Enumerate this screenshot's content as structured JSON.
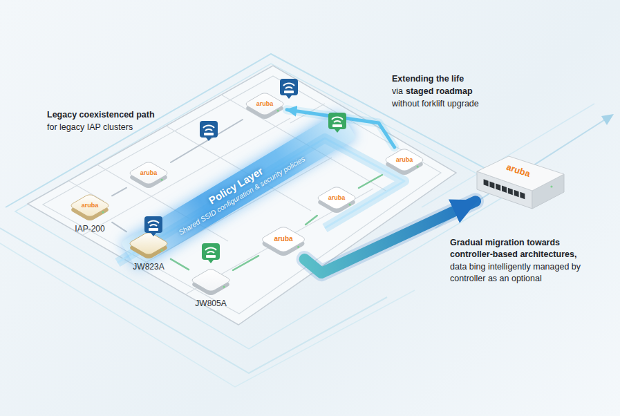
{
  "diagram": {
    "nodes": [
      {
        "text": [
          "Policy Layer",
          "Shared SSID configuration & security policies"
        ]
      },
      {
        "text": [
          "aruba",
          "IAP-200"
        ]
      },
      {
        "text": [
          "JW823A"
        ]
      },
      {
        "text": [
          "JW805A"
        ]
      },
      {
        "text": [
          "aruba"
        ]
      },
      {
        "text": [
          "aruba"
        ]
      },
      {
        "text": [
          "aruba"
        ]
      },
      {
        "text": [
          "aruba"
        ]
      },
      {
        "text": [
          "aruba"
        ]
      },
      {
        "text": [
          "aruba"
        ]
      }
    ],
    "edges": [
      {
        "from": 1,
        "to": 4,
        "arrow": "none"
      },
      {
        "from": 4,
        "to": 5,
        "arrow": "none"
      },
      {
        "from": 1,
        "to": 2,
        "arrow": "none"
      },
      {
        "from": 2,
        "to": 3,
        "arrow": "none"
      },
      {
        "from": 3,
        "to": 6,
        "arrow": "none"
      },
      {
        "from": 6,
        "to": 7,
        "arrow": "none"
      },
      {
        "from": 7,
        "to": 8,
        "arrow": "none"
      },
      {
        "from": 8,
        "to": 5,
        "arrow": "to"
      },
      {
        "from": 6,
        "to": 9,
        "arrow": "to"
      }
    ],
    "labels": [
      "Legacy coexistenced path",
      "for legacy IAP clusters",
      "Extending the life",
      "via",
      "staged roadmap",
      "without forklift upgrade",
      "Gradual migration towards controller-based architectures,",
      "data bing intelligently managed by controller as an optional"
    ]
  }
}
